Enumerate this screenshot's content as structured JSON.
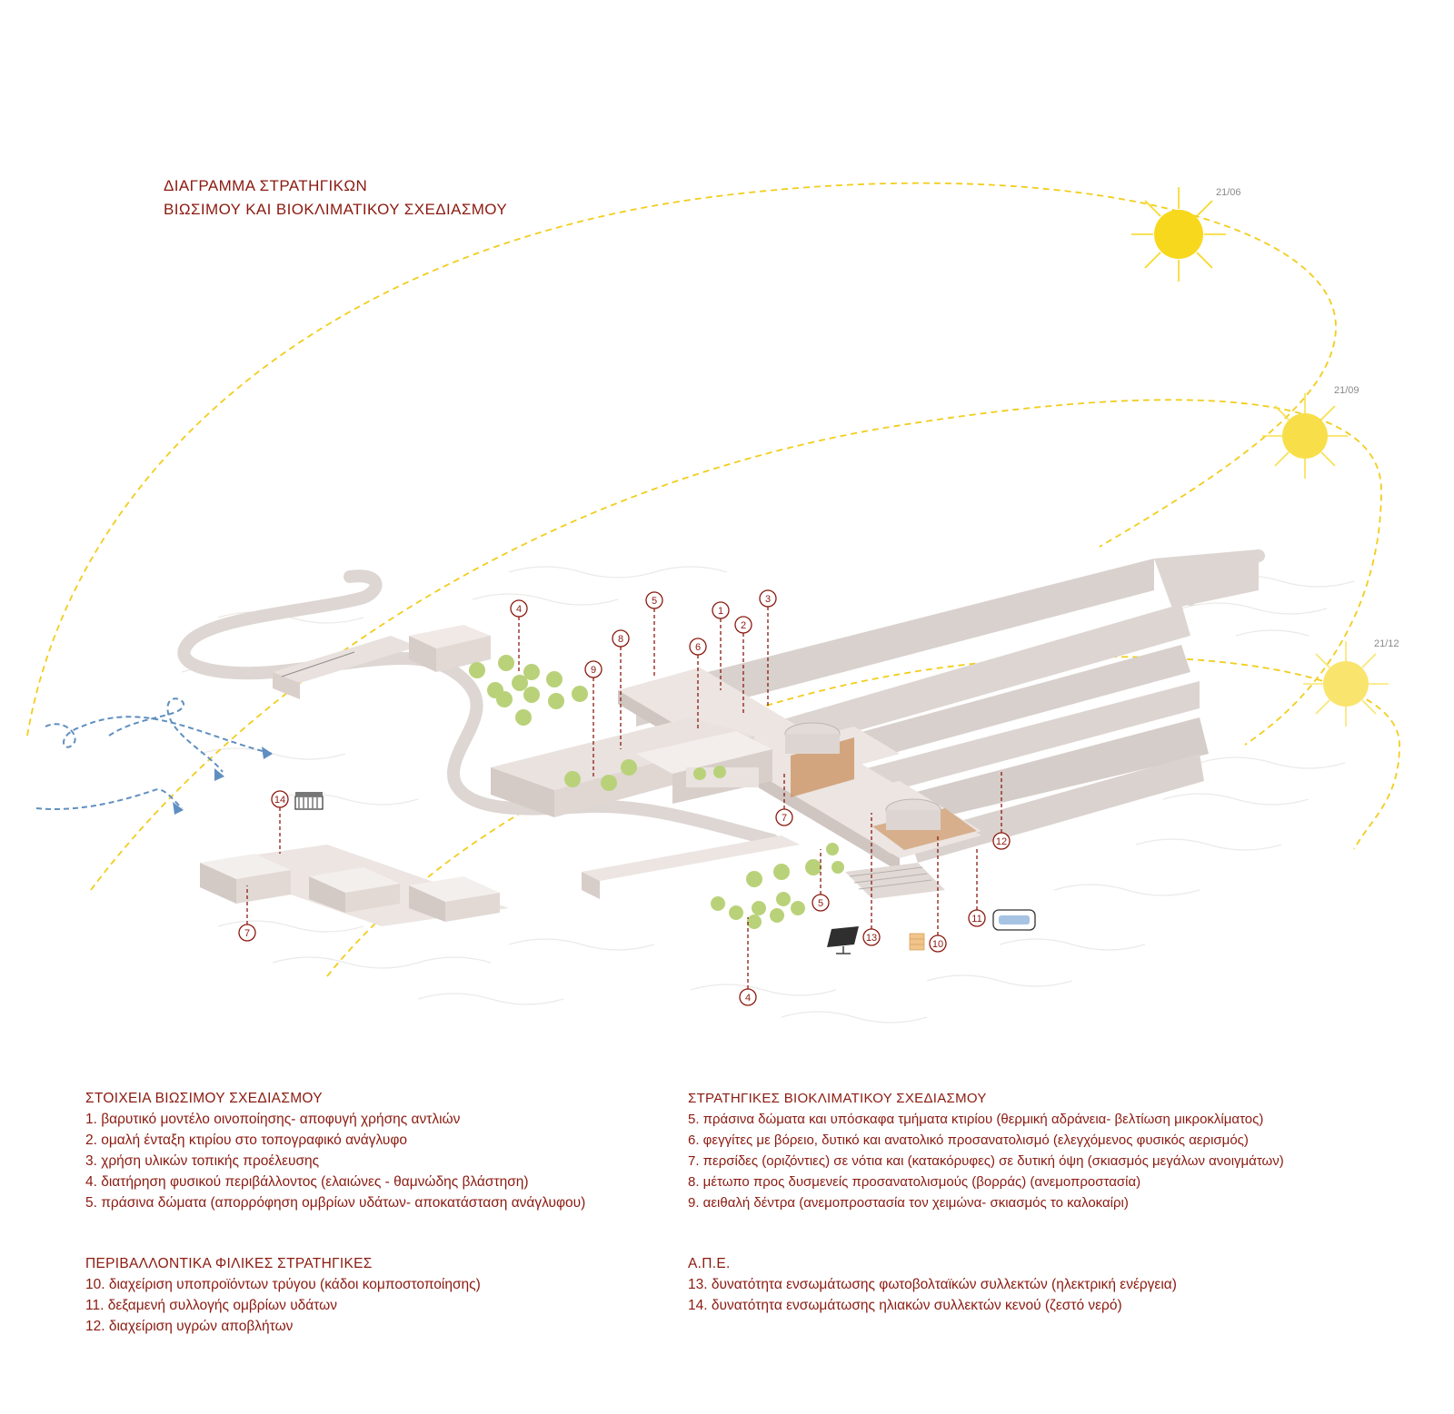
{
  "title": {
    "line1": "ΔΙΑΓΡΑΜΜΑ ΣΤΡΑΤΗΓΙΚΩΝ",
    "line2": "ΒΙΩΣΙΜΟΥ ΚΑΙ ΒΙΟΚΛΙΜΑΤΙΚΟΥ ΣΧΕΔΙΑΣΜΟΥ"
  },
  "sun_dates": [
    "21/06",
    "21/09",
    "21/12"
  ],
  "colors": {
    "accent": "#8b1a10",
    "sun_summer": "#f7d81c",
    "sun_equinox": "#f8df4a",
    "sun_winter": "#f9e56e",
    "sun_path": "#f2cd1c",
    "wind": "#5f8fc0",
    "terrain": "#e6dedb",
    "building": "#f0e9e6",
    "tree": "#b9d27a"
  },
  "callout_numbers": [
    "4",
    "5",
    "1",
    "3",
    "2",
    "8",
    "6",
    "9",
    "14",
    "7",
    "12",
    "7",
    "5",
    "11",
    "13",
    "10",
    "4"
  ],
  "icons": [
    "sun-icon",
    "wind-arrow-icon",
    "solar-water-heater-icon",
    "solar-panel-icon",
    "compost-bin-icon",
    "water-tank-icon",
    "olive-tree-icon"
  ],
  "legend": {
    "sustainable": {
      "heading": "ΣΤΟΙΧΕΙΑ ΒΙΩΣΙΜΟΥ ΣΧΕΔΙΑΣΜΟΥ",
      "items": [
        "1. βαρυτικό μοντέλο οινοποίησης- αποφυγή χρήσης αντλιών",
        "2. ομαλή ένταξη κτιρίου στο τοπογραφικό ανάγλυφο",
        "3. χρήση υλικών τοπικής προέλευσης",
        "4. διατήρηση φυσικού περιβάλλοντος (ελαιώνες - θαμνώδης βλάστηση)",
        "5. πράσινα δώματα (απορρόφηση ομβρίων υδάτων- αποκατάσταση ανάγλυφου)"
      ]
    },
    "bioclimatic": {
      "heading": "ΣΤΡΑΤΗΓΙΚΕΣ ΒΙΟΚΛΙΜΑΤΙΚΟΥ ΣΧΕΔΙΑΣΜΟΥ",
      "items": [
        "5. πράσινα δώματα και υπόσκαφα τμήματα κτιρίου (θερμική αδράνεια- βελτίωση μικροκλίματος)",
        "6. φεγγίτες με βόρειο, δυτικό και ανατολικό προσανατολισμό (ελεγχόμενος φυσικός αερισμός)",
        "7. περσίδες (οριζόντιες) σε νότια και (κατακόρυφες) σε δυτική όψη (σκιασμός μεγάλων ανοιγμάτων)",
        "8. μέτωπο προς δυσμενείς προσανατολισμούς (βορράς) (ανεμοπροστασία)",
        "9. αειθαλή δέντρα (ανεμοπροστασία τον χειμώνα- σκιασμός το καλοκαίρι)"
      ]
    },
    "environmental": {
      "heading": "ΠΕΡΙΒΑΛΛΟΝΤΙΚΑ ΦΙΛΙΚΕΣ ΣΤΡΑΤΗΓΙΚΕΣ",
      "items": [
        "10. διαχείριση υποπροϊόντων τρύγου (κάδοι κομποστοποίησης)",
        "11. δεξαμενή συλλογής ομβρίων υδάτων",
        "12. διαχείριση υγρών αποβλήτων"
      ]
    },
    "renewables": {
      "heading": "Α.Π.Ε.",
      "items": [
        "13. δυνατότητα ενσωμάτωσης φωτοβολταϊκών συλλεκτών (ηλεκτρική ενέργεια)",
        "14. δυνατότητα ενσωμάτωσης ηλιακών συλλεκτών κενού (ζεστό νερό)"
      ]
    }
  }
}
